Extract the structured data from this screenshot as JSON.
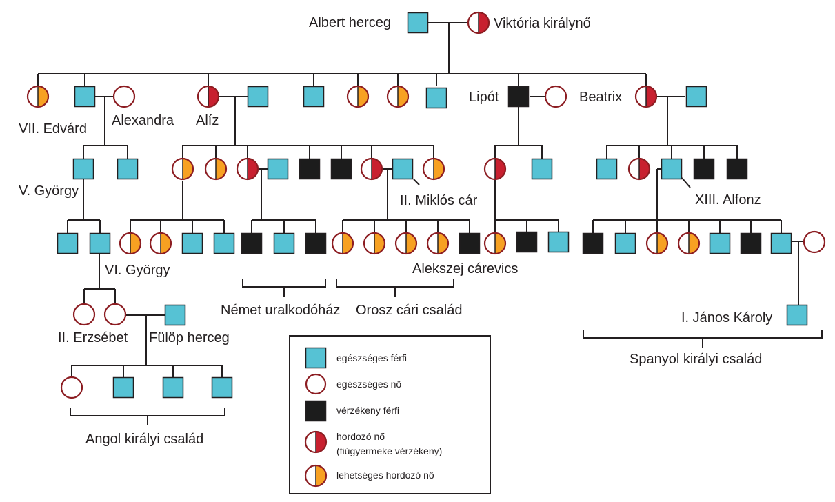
{
  "colors": {
    "healthy_male": "#56c2d4",
    "bleeder_male": "#1c1c1c",
    "carrier": "#c8202f",
    "possible_carrier": "#f7a122",
    "outline": "#231f20",
    "background": "#ffffff"
  },
  "labels": {
    "albert": "Albert herceg",
    "victoria": "Viktória királynő",
    "edward": "VII. Edvárd",
    "alexandra": "Alexandra",
    "alice": "Alíz",
    "leopold": "Lipót",
    "beatrice": "Beatrix",
    "george5": "V. György",
    "nicholas": "II. Miklós cár",
    "alfonso": "XIII. Alfonz",
    "george6": "VI. György",
    "alexei": "Alekszej cárevics",
    "elizabeth": "II. Erzsébet",
    "philip": "Fülöp herceg",
    "juan_carlos": "I. János Károly"
  },
  "groups": {
    "german": "Német uralkodóház",
    "russian": "Orosz cári család",
    "english": "Angol királyi család",
    "spanish": "Spanyol királyi család"
  },
  "legend": {
    "healthy_male": "egészséges férfi",
    "healthy_female": "egészséges nő",
    "bleeder_male": "vérzékeny férfi",
    "carrier_line1": "hordozó nő",
    "carrier_line2": "(fiúgyermeke vérzékeny)",
    "possible_carrier": "lehetséges hordozó nő"
  }
}
